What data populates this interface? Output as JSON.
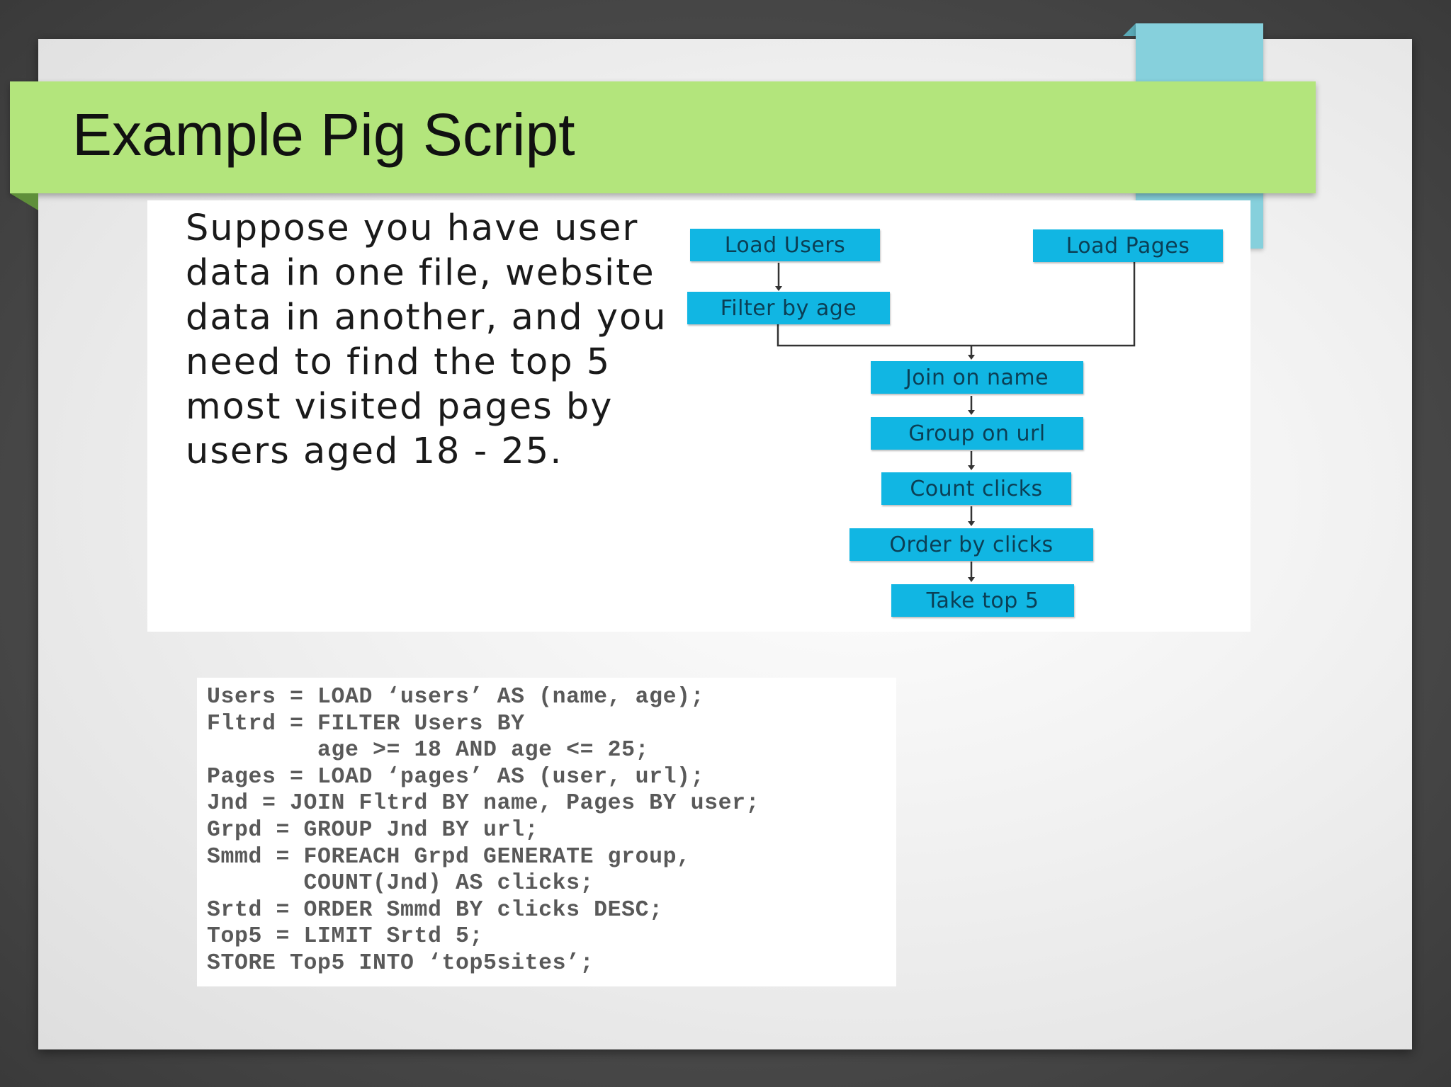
{
  "slide": {
    "title": "Example Pig Script",
    "description": "Suppose you have user data in one file, website data in another, and you need to find the top 5 most visited pages by users aged 18 - 25."
  },
  "flowchart": {
    "load_users": "Load Users",
    "load_pages": "Load Pages",
    "filter_by_age": "Filter by age",
    "join_on_name": "Join on name",
    "group_on_url": "Group on url",
    "count_clicks": "Count clicks",
    "order_by_clicks": "Order by clicks",
    "take_top_5": "Take top 5"
  },
  "code": {
    "lines": [
      "Users = LOAD ‘users’ AS (name, age);",
      "Fltrd = FILTER Users BY",
      "        age >= 18 AND age <= 25;",
      "Pages = LOAD ‘pages’ AS (user, url);",
      "Jnd = JOIN Fltrd BY name, Pages BY user;",
      "Grpd = GROUP Jnd BY url;",
      "Smmd = FOREACH Grpd GENERATE group,",
      "       COUNT(Jnd) AS clicks;",
      "Srtd = ORDER Smmd BY clicks DESC;",
      "Top5 = LIMIT Srtd 5;",
      "STORE Top5 INTO ‘top5sites’;"
    ]
  },
  "colors": {
    "title_band": "#b3e57c",
    "accent_tab": "#86d0dc",
    "flow_box": "#11b6e3"
  }
}
